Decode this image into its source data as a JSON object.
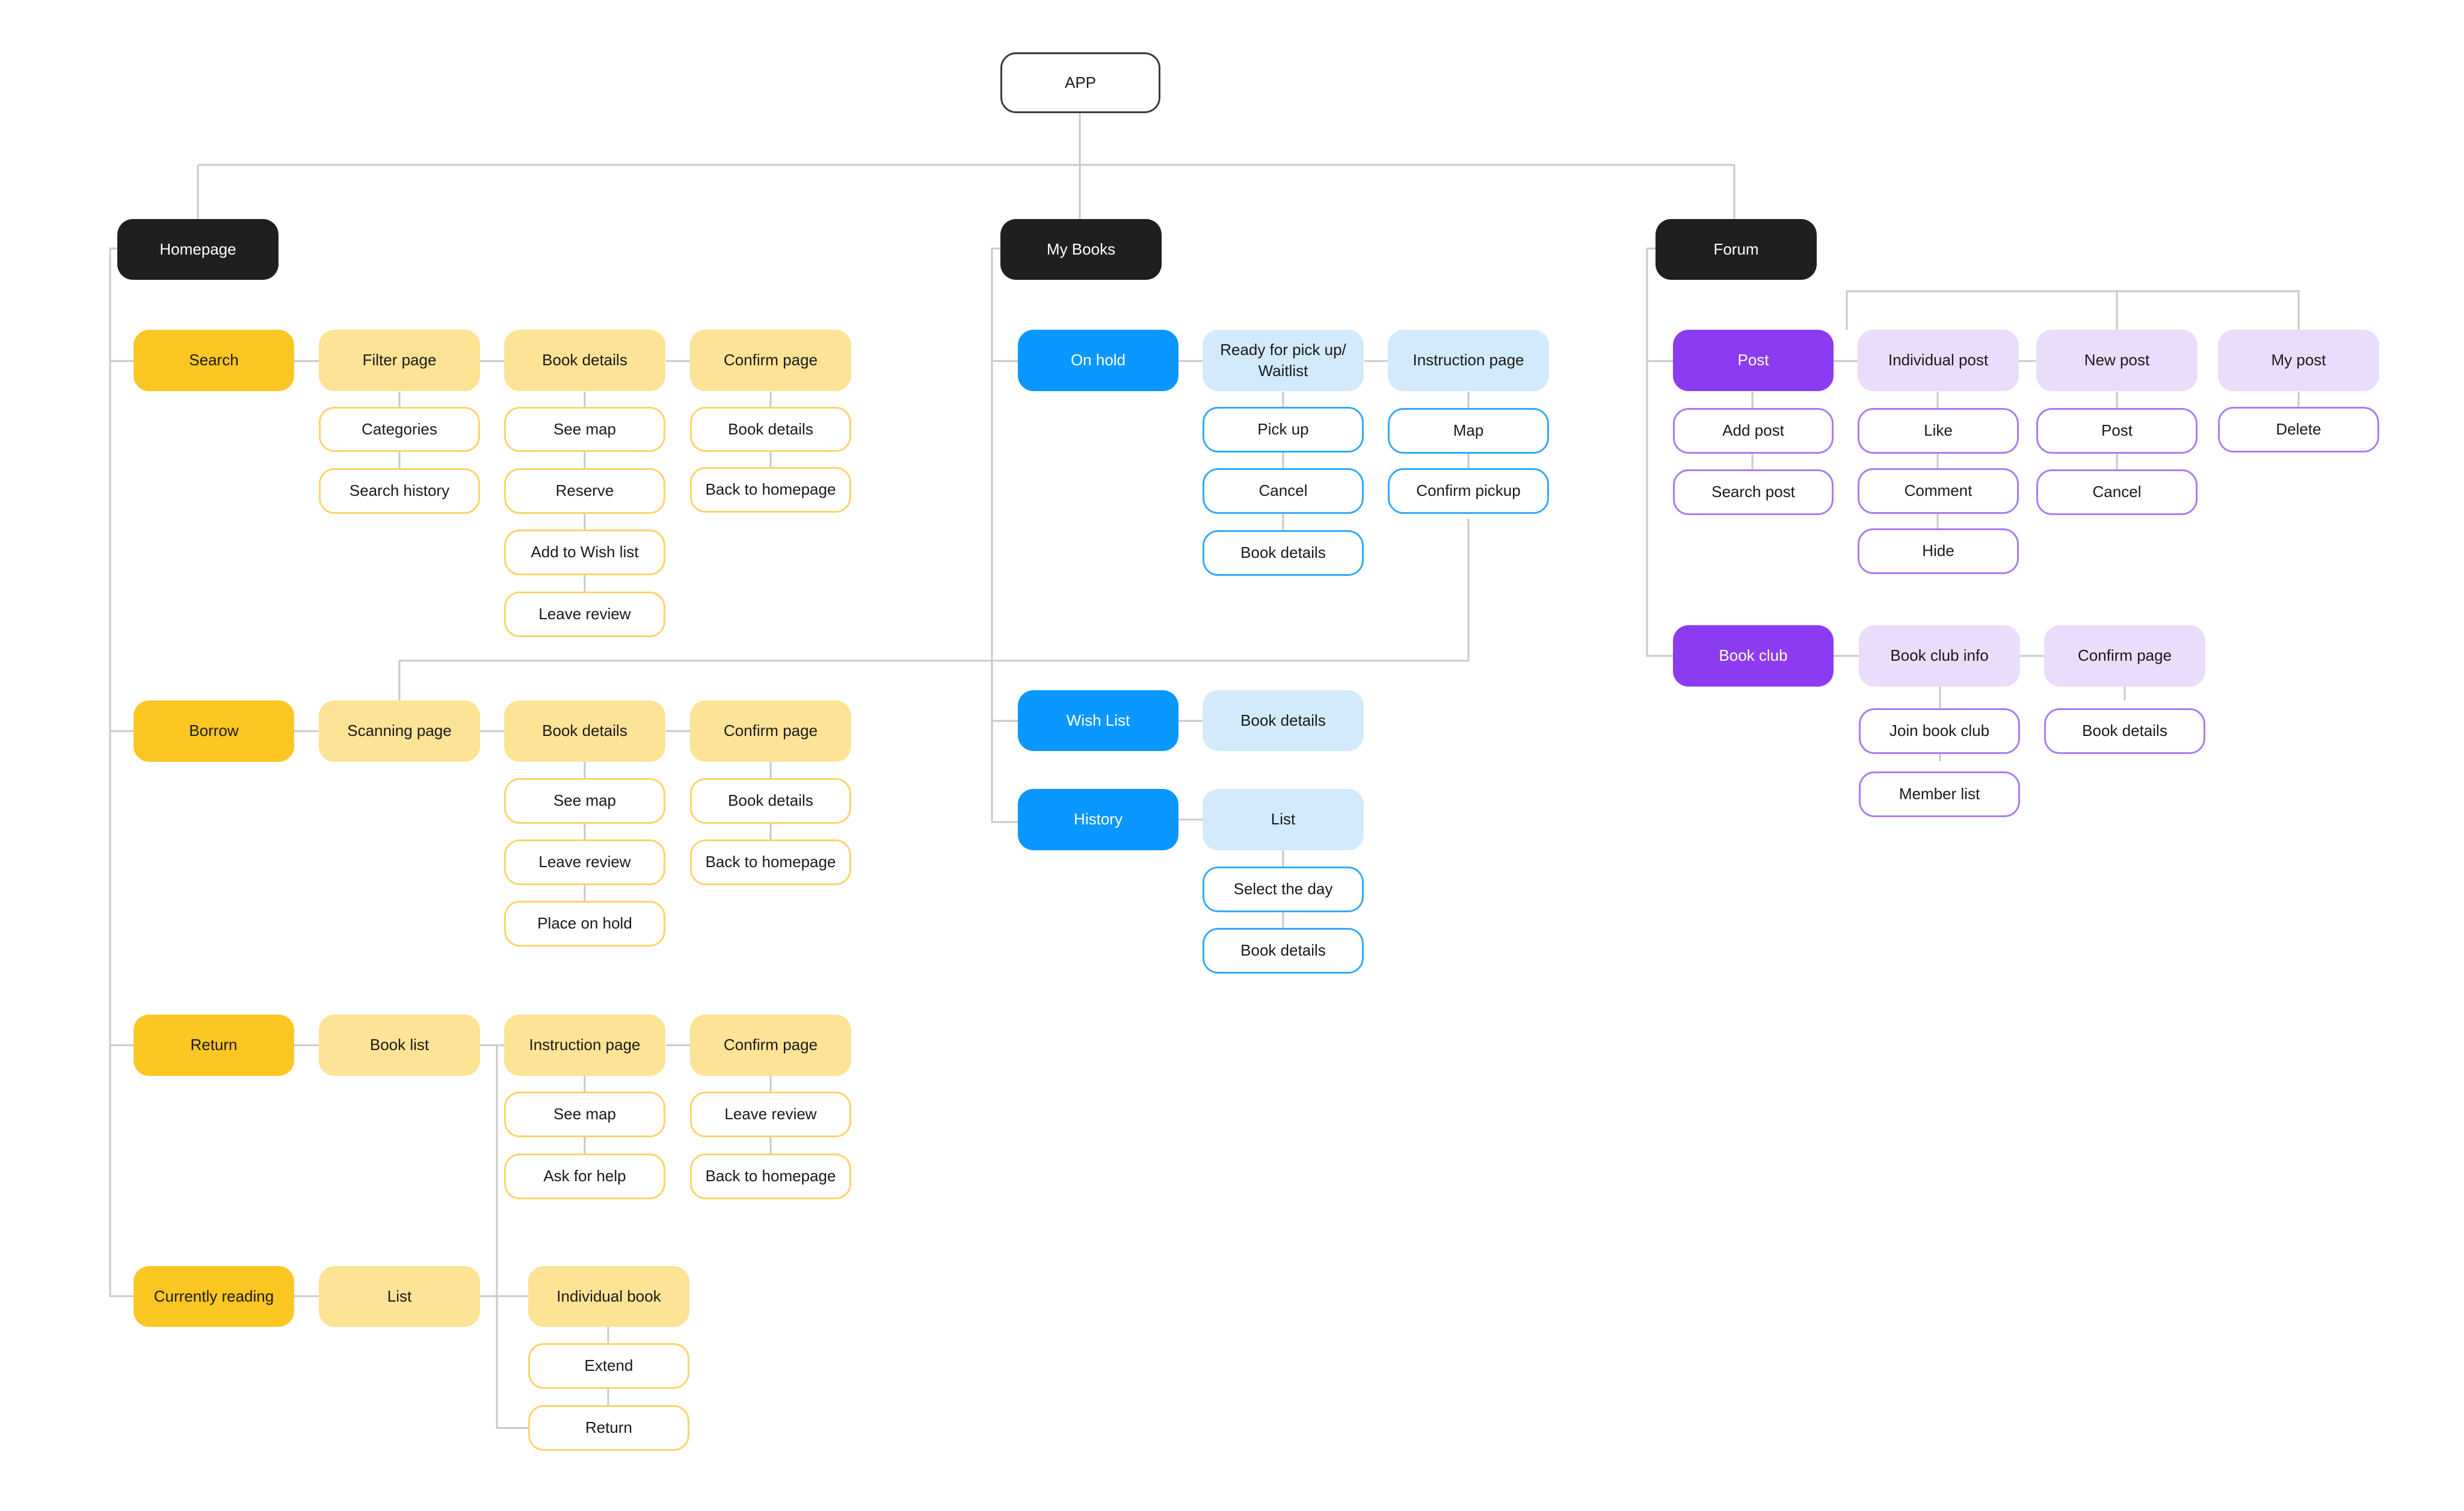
{
  "root": {
    "label": "APP"
  },
  "sections": {
    "homepage": "Homepage",
    "my_books": "My Books",
    "forum": "Forum"
  },
  "homepage": {
    "search": {
      "label": "Search",
      "filter_page": {
        "label": "Filter page",
        "items": [
          "Categories",
          "Search history"
        ]
      },
      "book_details": {
        "label": "Book details",
        "items": [
          "See map",
          "Reserve",
          "Add to Wish list",
          "Leave review"
        ]
      },
      "confirm_page": {
        "label": "Confirm page",
        "items": [
          "Book details",
          "Back to homepage"
        ]
      }
    },
    "borrow": {
      "label": "Borrow",
      "scanning_page": {
        "label": "Scanning page"
      },
      "book_details": {
        "label": "Book details",
        "items": [
          "See map",
          "Leave review",
          "Place on hold"
        ]
      },
      "confirm_page": {
        "label": "Confirm page",
        "items": [
          "Book details",
          "Back to homepage"
        ]
      }
    },
    "return": {
      "label": "Return",
      "book_list": {
        "label": "Book list"
      },
      "instruction_page": {
        "label": "Instruction page",
        "items": [
          "See map",
          "Ask for help"
        ]
      },
      "confirm_page": {
        "label": "Confirm page",
        "items": [
          "Leave review",
          "Back to homepage"
        ]
      }
    },
    "currently_reading": {
      "label": "Currently reading",
      "list": {
        "label": "List"
      },
      "individual_book": {
        "label": "Individual book",
        "items": [
          "Extend",
          "Return"
        ]
      }
    }
  },
  "my_books": {
    "on_hold": {
      "label": "On hold",
      "ready": {
        "label": "Ready for pick up/ Waitlist",
        "items": [
          "Pick up",
          "Cancel",
          "Book details"
        ]
      },
      "instruction_page": {
        "label": "Instruction page",
        "items": [
          "Map",
          "Confirm pickup"
        ]
      }
    },
    "wish_list": {
      "label": "Wish List",
      "book_details": {
        "label": "Book details"
      }
    },
    "history": {
      "label": "History",
      "list": {
        "label": "List",
        "items": [
          "Select the day",
          "Book details"
        ]
      }
    }
  },
  "forum": {
    "post": {
      "label": "Post",
      "items": [
        "Add post",
        "Search post"
      ],
      "individual_post": {
        "label": "Individual post",
        "items": [
          "Like",
          "Comment",
          "Hide"
        ]
      },
      "new_post": {
        "label": "New post",
        "items": [
          "Post",
          "Cancel"
        ]
      },
      "my_post": {
        "label": "My post",
        "items": [
          "Delete"
        ]
      }
    },
    "book_club": {
      "label": "Book club",
      "book_club_info": {
        "label": "Book club info",
        "items": [
          "Join book club",
          "Member list"
        ]
      },
      "confirm_page": {
        "label": "Confirm page",
        "items": [
          "Book details"
        ]
      }
    }
  },
  "colors": {
    "connector": "#c9c9c9",
    "dark": "#1f1f1f",
    "yellow_solid": "#fcc623",
    "yellow_light": "#fde396",
    "yellow_outline": "#fcd46a",
    "blue_solid": "#0a97ff",
    "blue_light": "#d3eafc",
    "blue_outline": "#36a9fc",
    "purple_solid": "#8b3cf0",
    "purple_light": "#eadcfb",
    "purple_outline": "#a97cf2"
  }
}
